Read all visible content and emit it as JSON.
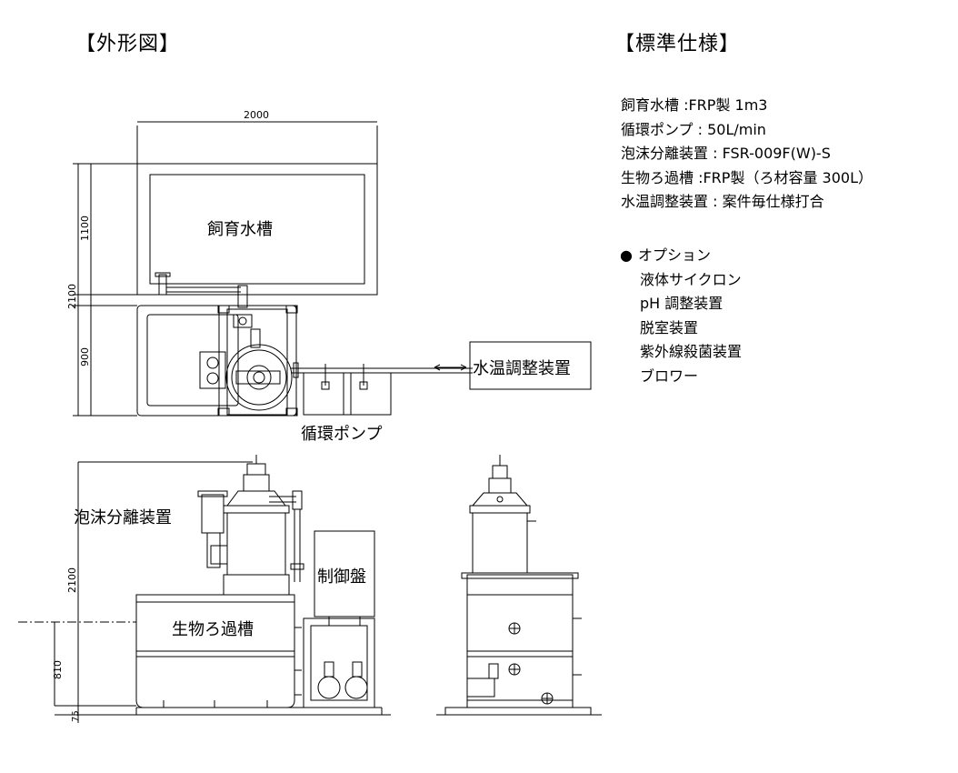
{
  "headings": {
    "outline": "【外形図】",
    "spec": "【標準仕様】"
  },
  "spec_rows": [
    "飼育水槽 :FRP製 1m3",
    "循環ポンプ : 50L/min",
    "泡沫分離装置 : FSR-009F(W)-S",
    "生物ろ過槽 :FRP製（ろ材容量 300L）",
    "水温調整装置 : 案件毎仕様打合"
  ],
  "options": {
    "title": "オプション",
    "items": [
      "液体サイクロン",
      "pH 調整装置",
      "脱室装置",
      "紫外線殺菌装置",
      "ブロワー"
    ]
  },
  "drawing": {
    "labels": {
      "tank": "飼育水槽",
      "temp_unit": "水温調整装置",
      "pump": "循環ポンプ",
      "foam": "泡沫分離装置",
      "control": "制御盤",
      "biofilter": "生物ろ過槽"
    },
    "dims": {
      "width": "2000",
      "h1100": "1100",
      "h2100_top": "2100",
      "h900": "900",
      "h2100_bottom": "2100",
      "h810": "810",
      "h75": "75"
    }
  }
}
